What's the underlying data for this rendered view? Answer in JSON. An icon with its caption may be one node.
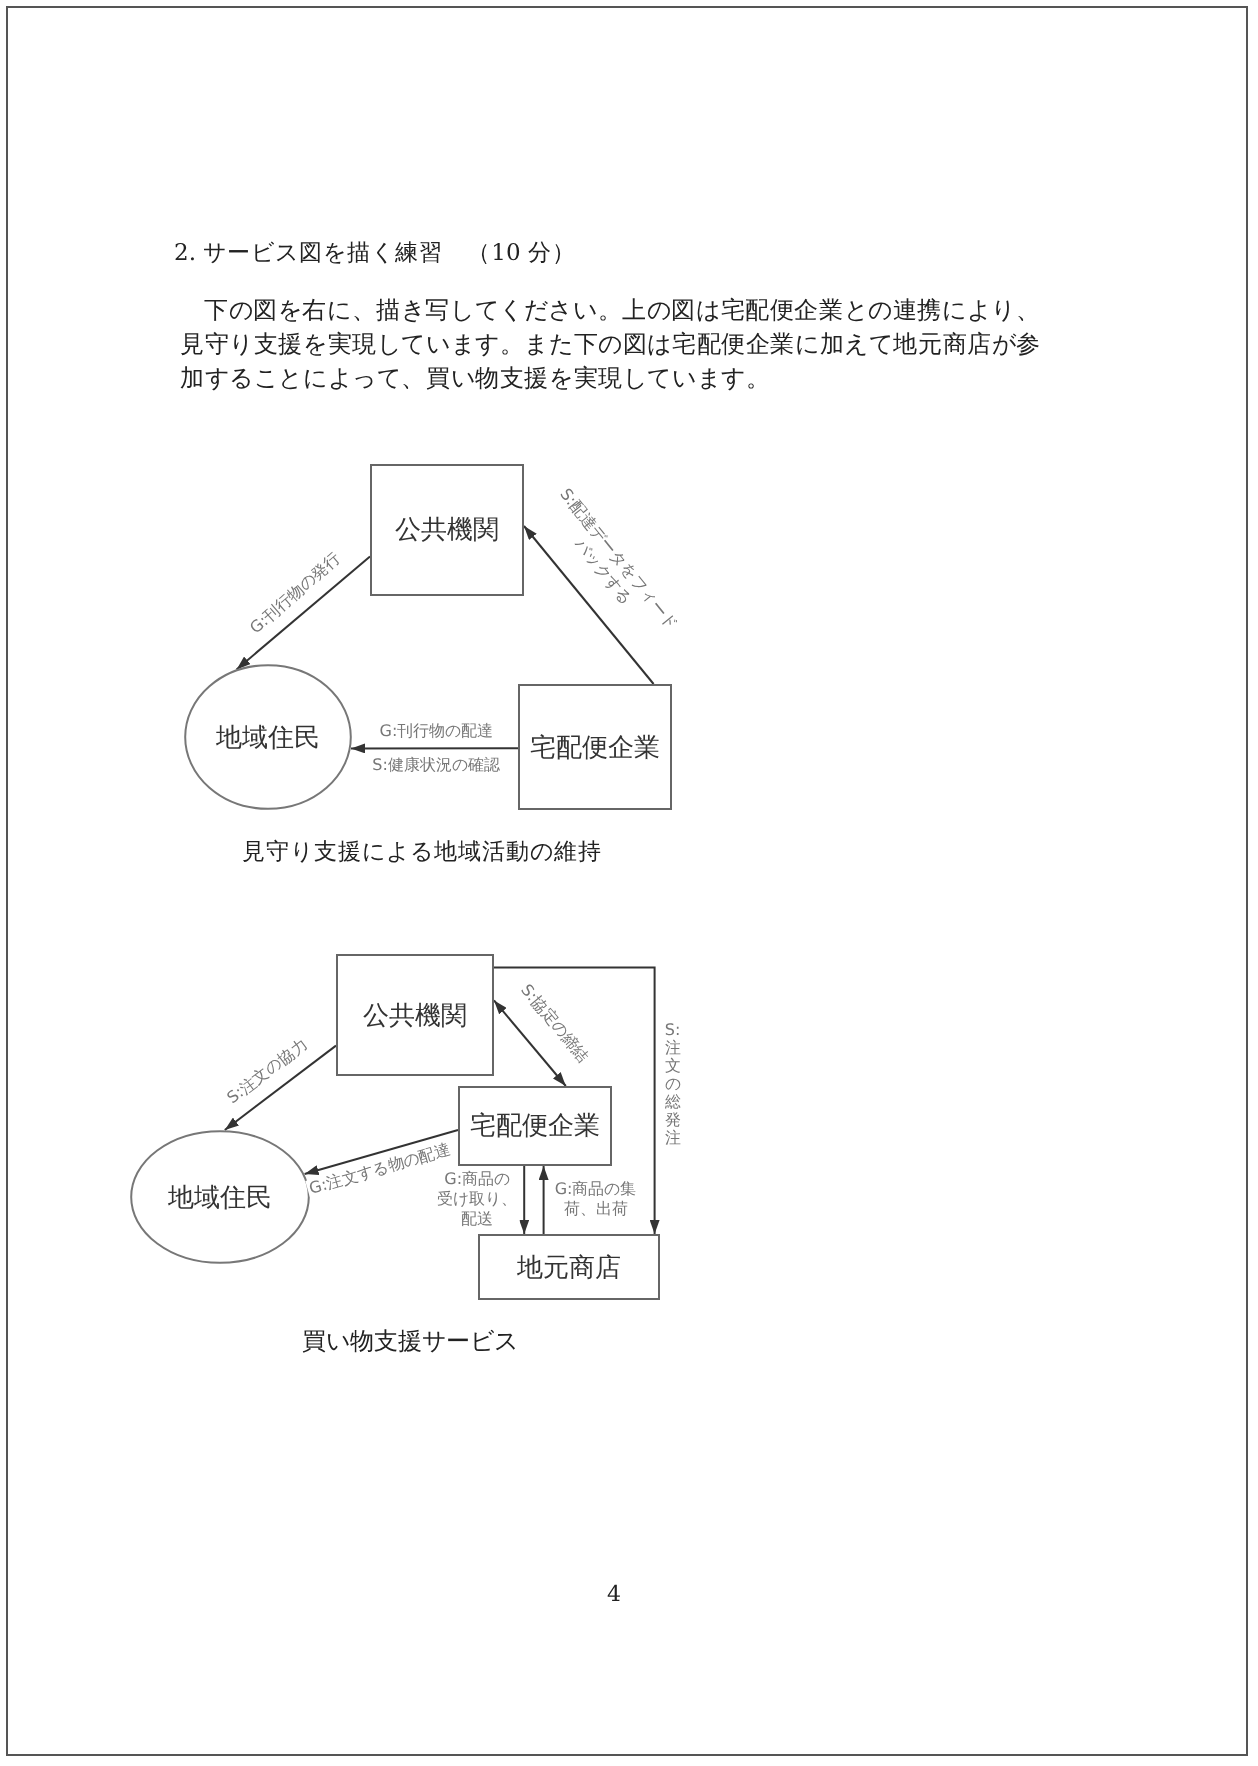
{
  "diagram": {
    "title": "2. サービス図を描く練習　（10 分）",
    "nodes": [
      {
        "text": [
          "公共機関"
        ]
      },
      {
        "text": [
          "地域住民"
        ]
      },
      {
        "text": [
          "宅配便企業"
        ]
      },
      {
        "text": [
          "公共機関"
        ]
      },
      {
        "text": [
          "宅配便企業"
        ]
      },
      {
        "text": [
          "地域住民"
        ]
      },
      {
        "text": [
          "地元商店"
        ]
      }
    ],
    "edges": [
      {
        "from": 0,
        "to": 1,
        "arrow": "to",
        "label": "G:刊行物の発行"
      },
      {
        "from": 2,
        "to": 1,
        "arrow": "to",
        "label": "G:刊行物の配達"
      },
      {
        "from": 2,
        "to": 0,
        "arrow": "to",
        "label": "S:配達データをフィードバックする"
      },
      {
        "from": 3,
        "to": 5,
        "arrow": "to",
        "label": "S:注文の協力"
      },
      {
        "from": 3,
        "to": 4,
        "arrow": "both",
        "label": "S:協定の締結"
      },
      {
        "from": 4,
        "to": 5,
        "arrow": "to",
        "label": "G:注文する物の配達"
      },
      {
        "from": 4,
        "to": 6,
        "arrow": "to",
        "label": "G:商品の受け取り、配送"
      },
      {
        "from": 6,
        "to": 4,
        "arrow": "to",
        "label": "G:商品の集荷、出荷"
      },
      {
        "from": 3,
        "to": 6,
        "arrow": "to",
        "label": "S:注文の総発注"
      }
    ],
    "labels": [
      "下の図を右に、描き写してください。上の図は宅配便企業との連携により、見守り支援を実現しています。また下の図は宅配便企業に加えて地元商店が参加することによって、買い物支援を実現しています。",
      "S:健康状況の確認",
      "見守り支援による地域活動の維持",
      "買い物支援サービス",
      "4"
    ]
  }
}
